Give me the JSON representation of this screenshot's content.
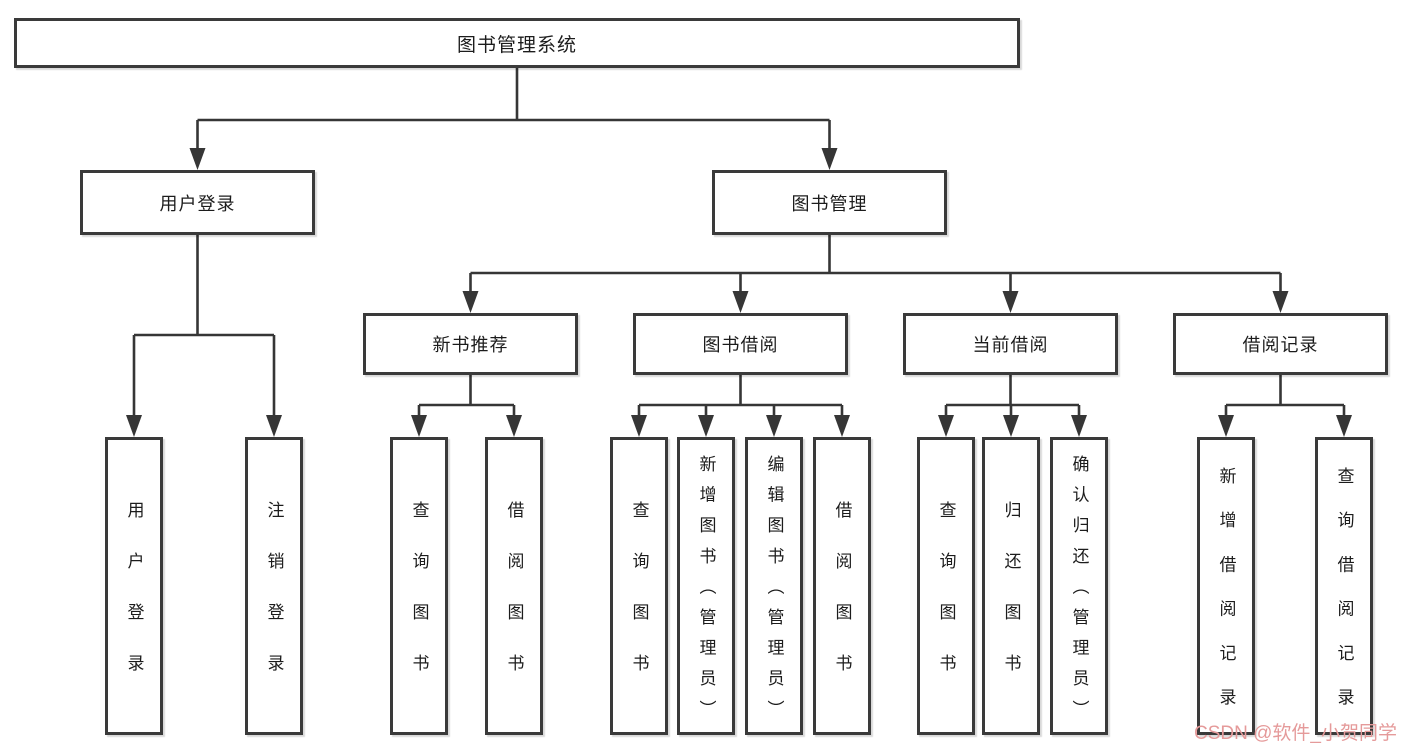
{
  "diagram": {
    "root_label": "图书管理系统",
    "level2": {
      "user_login": "用户登录",
      "book_management": "图书管理"
    },
    "level3": {
      "new_book_recommend": "新书推荐",
      "book_borrow": "图书借阅",
      "current_borrow": "当前借阅",
      "borrow_records": "借阅记录"
    },
    "leaves": {
      "user": [
        "用户登录",
        "注销登录"
      ],
      "recommend": [
        "查询图书",
        "借阅图书"
      ],
      "borrow": [
        "查询图书",
        "新增图书（管理员）",
        "编辑图书（管理员）",
        "借阅图书"
      ],
      "current": [
        "查询图书",
        "归还图书",
        "确认归还（管理员）"
      ],
      "records": [
        "新增借阅记录",
        "查询借阅记录"
      ]
    }
  },
  "watermark": {
    "text": "CSDN @软件_小贺同学"
  },
  "colors": {
    "line": "#363636",
    "border": "#3a3a3a",
    "fill": "#ffffff",
    "text": "#1c1c1c",
    "watermark": "#e59a9a",
    "bg": "#ffffff"
  }
}
